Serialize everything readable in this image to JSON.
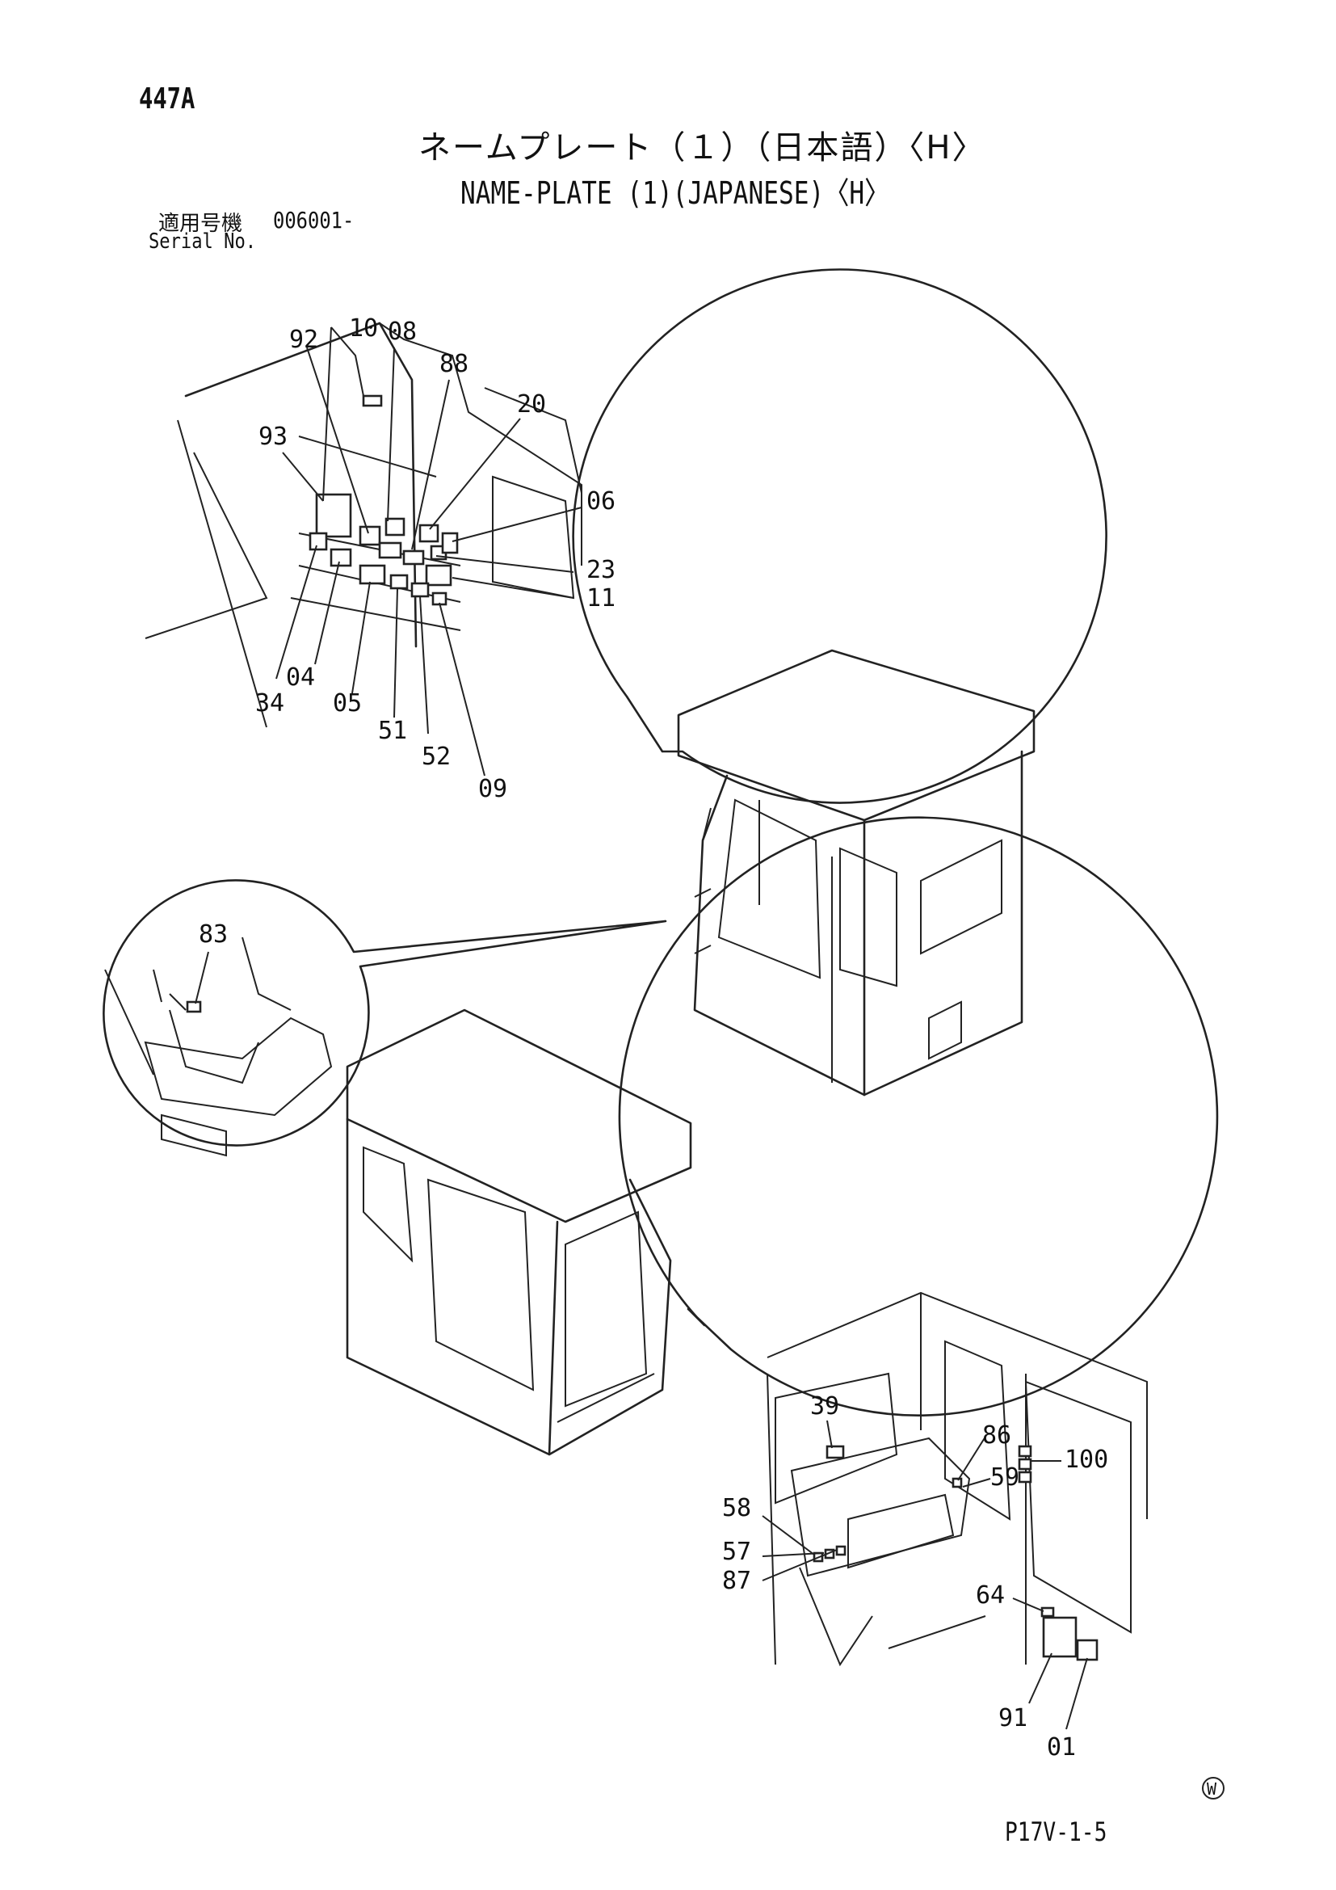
{
  "header": {
    "page_number": "447A",
    "title_ja": "ネームプレート（１）（日本語）〈H〉",
    "title_en": "NAME-PLATE (1)(JAPANESE)〈H〉",
    "serial_label_ja": "適用号機",
    "serial_value": "006001-",
    "serial_label_en": "Serial No."
  },
  "callouts": {
    "dash_detail": [
      "92",
      "10",
      "08",
      "88",
      "20",
      "93",
      "06",
      "23",
      "11",
      "34",
      "04",
      "05",
      "51",
      "52",
      "09"
    ],
    "lever_detail": [
      "83"
    ],
    "floor_detail": [
      "39",
      "86",
      "100",
      "59",
      "58",
      "57",
      "87",
      "64",
      "91",
      "01"
    ]
  },
  "footer": {
    "watermark_symbol": "W",
    "page_code": "P17V-1-5"
  }
}
